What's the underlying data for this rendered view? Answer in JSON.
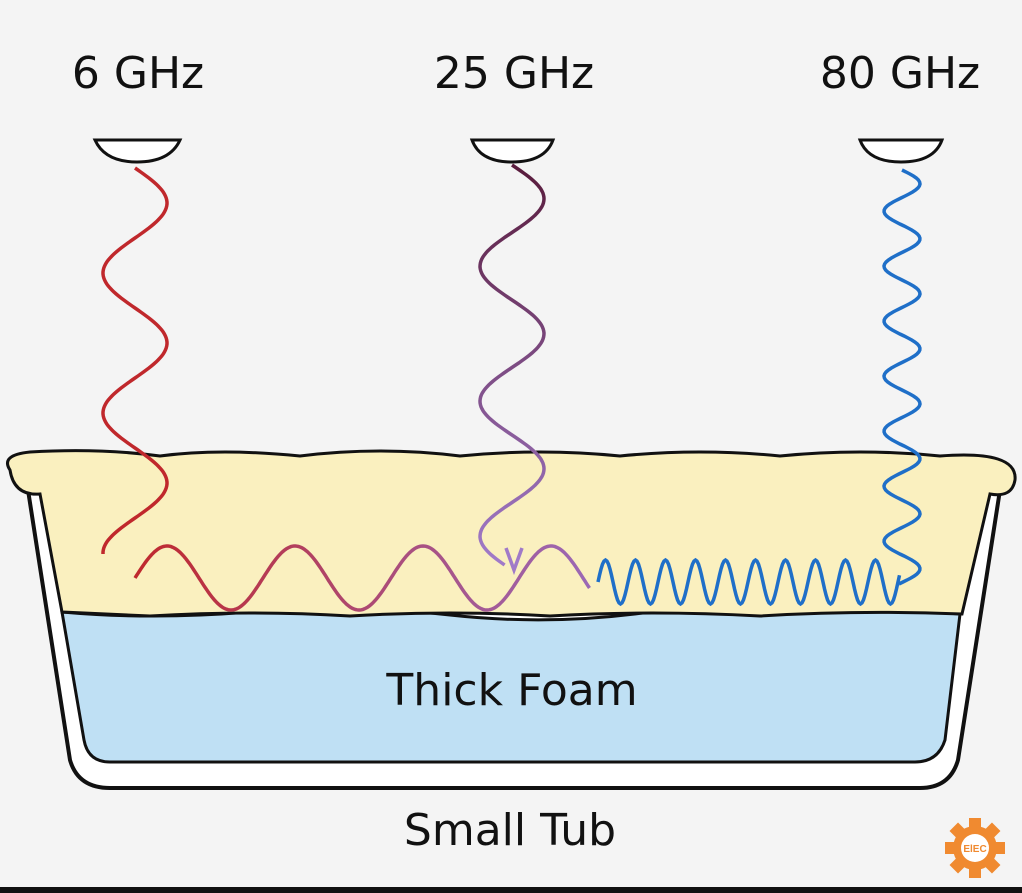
{
  "emitters": [
    {
      "label": "6 GHz",
      "color": "#c0282c"
    },
    {
      "label": "25 GHz",
      "color": "#6a2450"
    },
    {
      "label": "80 GHz",
      "color": "#1f6fc8"
    }
  ],
  "foam_label": "Thick Foam",
  "tub_label": "Small Tub",
  "logo_text": "ELEC",
  "colors": {
    "foam_top": "#faf0bf",
    "foam_bottom": "#bfe0f4",
    "logo": "#f08a30"
  }
}
